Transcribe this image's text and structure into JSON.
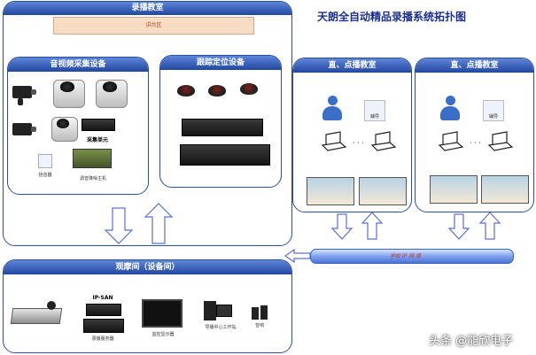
{
  "diagram": {
    "title": "天朗全自动精品录播系统拓扑图",
    "recording_room": {
      "title": "录播教室",
      "podium": "讲台区",
      "av_group": {
        "title": "音视频采集设备",
        "capture_unit": "采集单元",
        "pickup": "拾音器",
        "mixer": "调音降噪主机"
      },
      "tracking_group": {
        "title": "跟踪定位设备"
      }
    },
    "classroom_left": {
      "title": "直、点播教室",
      "guide": "辅导"
    },
    "classroom_right": {
      "title": "直、点播教室",
      "guide": "辅导"
    },
    "network_label": "学校 IP 网 络",
    "control_room": {
      "title": "观摩间（设备间）",
      "ipsan": "IP-SAN",
      "server": "录播服务器",
      "monitor": "监控显示器",
      "workstation": "导播中心工作站",
      "speaker": "音响"
    },
    "watermark": "头条 @能欣电子"
  },
  "colors": {
    "frame_border": "#2b4f9e",
    "title_bar": "#23479f",
    "title_text": "#1c2f8f",
    "pipe": "#4a72d3",
    "arrow": "#5b6fd6"
  }
}
